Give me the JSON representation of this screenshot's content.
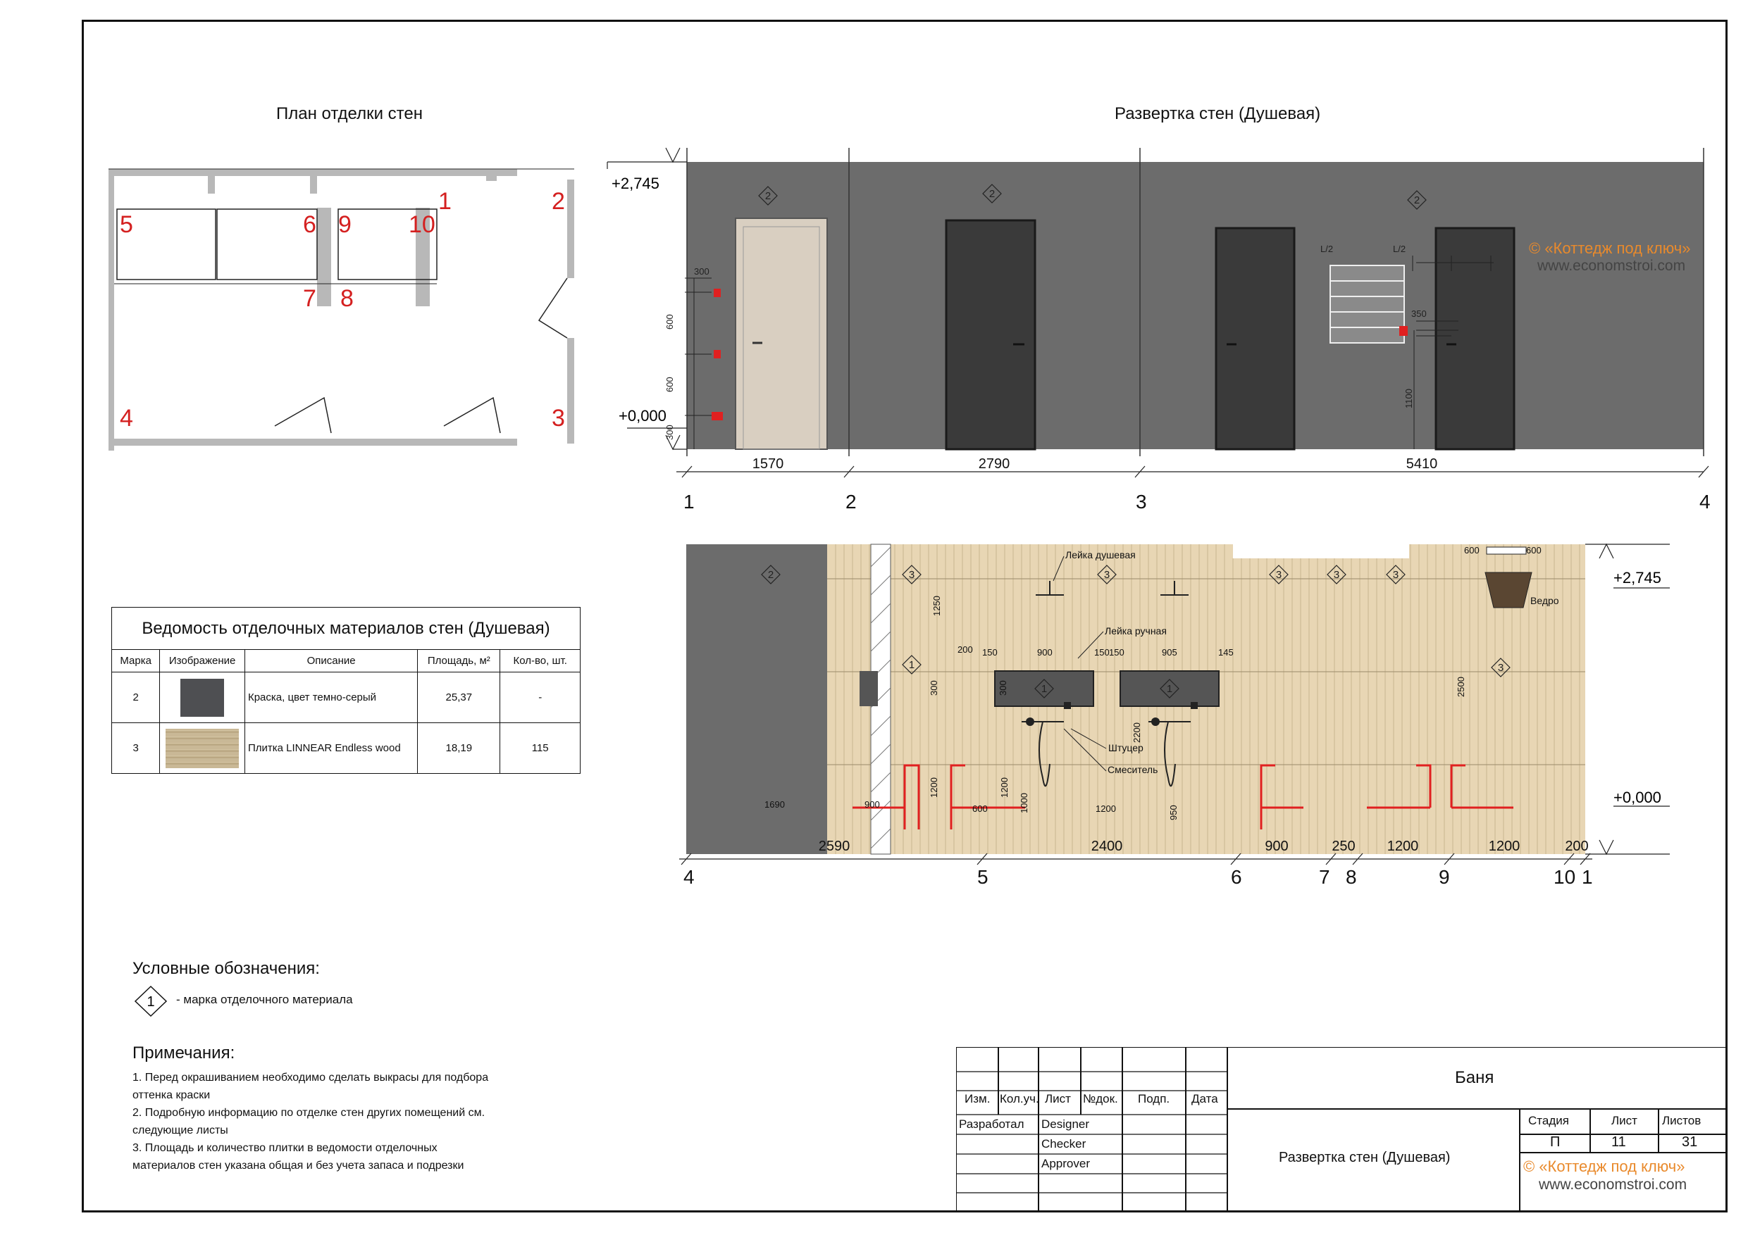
{
  "plan": {
    "title": "План отделки стен",
    "marks": [
      "1",
      "2",
      "3",
      "4",
      "5",
      "6",
      "7",
      "8",
      "9",
      "10"
    ]
  },
  "elevation": {
    "title": "Развертка стен (Душевая)",
    "top_level": "+2,745",
    "zero_level": "+0,000",
    "top_wall": {
      "axes": [
        "1",
        "2",
        "3",
        "4"
      ],
      "dims": [
        "1570",
        "2790",
        "5410"
      ],
      "vert_dims": [
        "300",
        "600",
        "600",
        "300"
      ],
      "rail_labels": [
        "L/2",
        "L/2"
      ],
      "rail_dims": [
        "350",
        "1100"
      ],
      "marker": "2"
    },
    "bottom_wall": {
      "axes": [
        "4",
        "5",
        "6",
        "7",
        "8",
        "9",
        "10",
        "1"
      ],
      "dims": [
        "2590",
        "2400",
        "900",
        "250",
        "1200",
        "1200",
        "200"
      ],
      "labels": {
        "shower_head": "Лейка душевая",
        "hand_shower": "Лейка ручная",
        "fitting": "Штуцер",
        "mixer": "Смеситель",
        "bucket": "Ведро"
      },
      "small_dims": [
        "1250",
        "200",
        "150",
        "900",
        "150",
        "150",
        "905",
        "145",
        "300",
        "300",
        "1200",
        "1000",
        "1200",
        "2200",
        "950",
        "900",
        "600",
        "1200",
        "1690",
        "2500",
        "600",
        "600"
      ],
      "markers": [
        "2",
        "3",
        "3",
        "3",
        "3",
        "3",
        "3",
        "1",
        "1",
        "1"
      ]
    }
  },
  "materials": {
    "title": "Ведомость отделочных материалов стен (Душевая)",
    "headers": [
      "Марка",
      "Изображение",
      "Описание",
      "Площадь, м²",
      "Кол-во, шт."
    ],
    "rows": [
      {
        "mark": "2",
        "desc": "Краска, цвет темно-серый",
        "area": "25,37",
        "qty": "-",
        "swatch": "#4e4f52"
      },
      {
        "mark": "3",
        "desc": "Плитка LINNEAR Endless wood",
        "area": "18,19",
        "qty": "115",
        "swatch": "#c9b896"
      }
    ]
  },
  "legend": {
    "title": "Условные обозначения:",
    "marker": "1",
    "text": "- марка отделочного материала"
  },
  "notes": {
    "title": "Примечания:",
    "lines": [
      "1. Перед окрашиванием необходимо сделать выкрасы для подбора",
      "оттенка краски",
      "2. Подробную информацию по отделке стен других помещений см.",
      "следующие листы",
      "3. Площадь и количество плитки в ведомости отделочных",
      "материалов стен указана общая и без учета запаса и подрезки"
    ]
  },
  "stamp": {
    "project": "Баня",
    "sheet_title": "Развертка стен (Душевая)",
    "col_headers": [
      "Изм.",
      "Кол.уч.",
      "Лист",
      "№док.",
      "Подп.",
      "Дата"
    ],
    "roles": [
      {
        "role": "Разработал",
        "name": "Designer"
      },
      {
        "role": "",
        "name": "Checker"
      },
      {
        "role": "",
        "name": "Approver"
      }
    ],
    "stage_label": "Стадия",
    "sheet_label": "Лист",
    "sheets_label": "Листов",
    "stage": "П",
    "sheet": "11",
    "sheets": "31"
  },
  "watermark": {
    "brand": "© «Коттедж под ключ»",
    "url": "www.economstroi.com"
  },
  "colors": {
    "wall_gray": "#6c6c6c",
    "door_dark": "#3a3a3a",
    "wood": "#e8d6b4",
    "accent_red": "#e02020",
    "watermark": "#e98a2c"
  }
}
